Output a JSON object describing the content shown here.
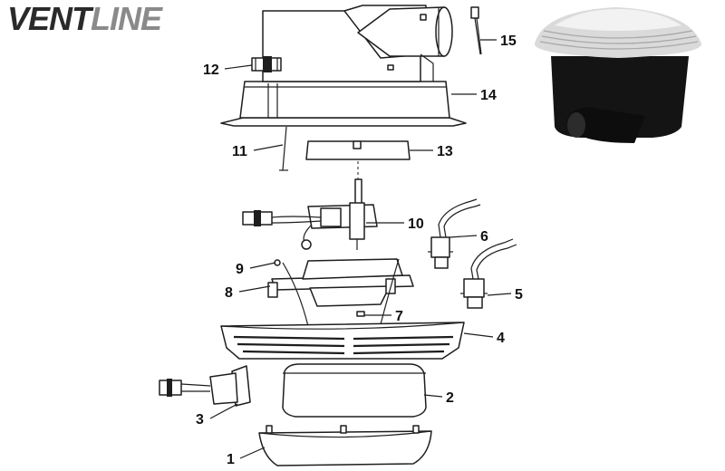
{
  "brand": {
    "part1": "VENT",
    "part2": "LINE",
    "color_dark": "#2a2a2a",
    "color_light": "#8a8a8a"
  },
  "callouts": [
    {
      "id": "1",
      "label": "1"
    },
    {
      "id": "2",
      "label": "2"
    },
    {
      "id": "3",
      "label": "3"
    },
    {
      "id": "4",
      "label": "4"
    },
    {
      "id": "5",
      "label": "5"
    },
    {
      "id": "6",
      "label": "6"
    },
    {
      "id": "7",
      "label": "7"
    },
    {
      "id": "8",
      "label": "8"
    },
    {
      "id": "9",
      "label": "9"
    },
    {
      "id": "10",
      "label": "10"
    },
    {
      "id": "11",
      "label": "11"
    },
    {
      "id": "12",
      "label": "12"
    },
    {
      "id": "13",
      "label": "13"
    },
    {
      "id": "14",
      "label": "14"
    },
    {
      "id": "15",
      "label": "15"
    }
  ]
}
